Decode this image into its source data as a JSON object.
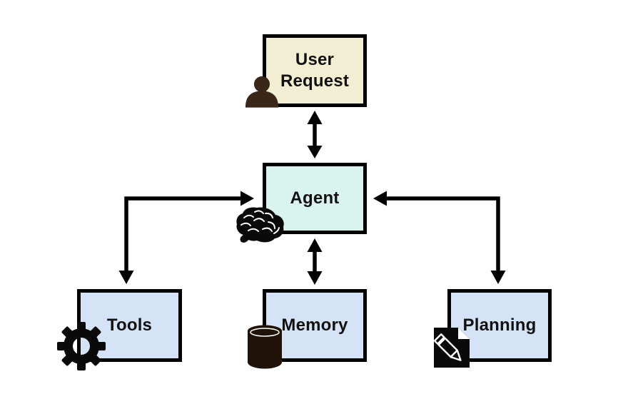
{
  "diagram": {
    "background": "#ffffff",
    "stroke_color": "#000000",
    "text_color": "#111111",
    "nodes": {
      "user_request": {
        "label": "User Request",
        "fill": "#f2eed3",
        "icon": "person-icon",
        "icon_color": "#3a2718"
      },
      "agent": {
        "label": "Agent",
        "fill": "#d9f3ee",
        "icon": "brain-icon",
        "icon_color": "#0a0a0a"
      },
      "tools": {
        "label": "Tools",
        "fill": "#d5e3f6",
        "icon": "gear-icon",
        "icon_color": "#0a0a0a"
      },
      "memory": {
        "label": "Memory",
        "fill": "#d5e3f6",
        "icon": "database-icon",
        "icon_color": "#1f1208"
      },
      "planning": {
        "label": "Planning",
        "fill": "#d5e3f6",
        "icon": "document-pencil-icon",
        "icon_color": "#0a0a0a"
      }
    },
    "edges": [
      {
        "from": "user_request",
        "to": "agent",
        "style": "straight-vertical",
        "arrows": "both"
      },
      {
        "from": "agent",
        "to": "memory",
        "style": "straight-vertical",
        "arrows": "both"
      },
      {
        "from": "agent",
        "to": "tools",
        "style": "elbow",
        "arrows": "both"
      },
      {
        "from": "agent",
        "to": "planning",
        "style": "elbow",
        "arrows": "both"
      }
    ]
  }
}
